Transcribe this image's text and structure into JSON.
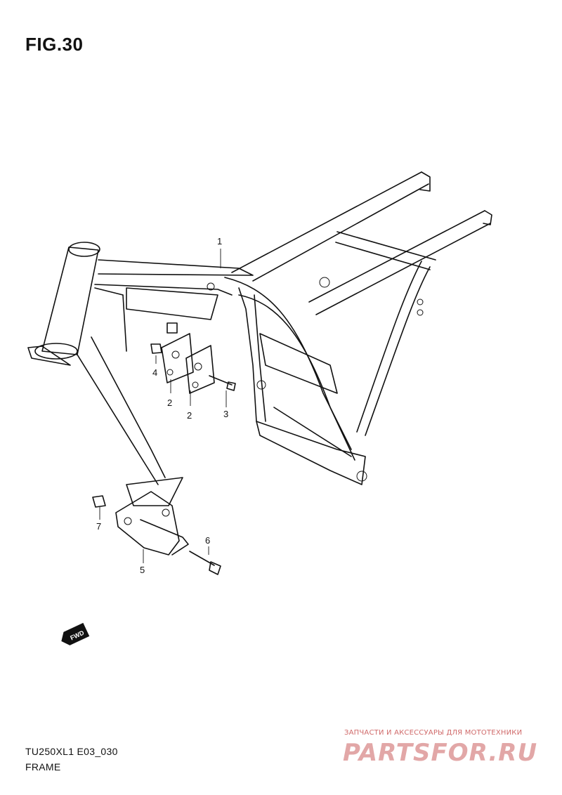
{
  "figure": {
    "title": "FIG.30"
  },
  "callouts": [
    "1",
    "2",
    "2",
    "3",
    "4",
    "5",
    "6",
    "7"
  ],
  "fwd_arrow": {
    "label": "FWD",
    "icon": "fwd-arrow-icon"
  },
  "footer": {
    "model_code": "TU250XL1 E03_030",
    "section_name": "FRAME"
  },
  "watermark": {
    "tagline": "ЗАПЧАСТИ И АКСЕССУАРЫ ДЛЯ МОТОТЕХНИКИ",
    "logo": "PARTSFOR.RU",
    "color": "#e2a7a7"
  }
}
